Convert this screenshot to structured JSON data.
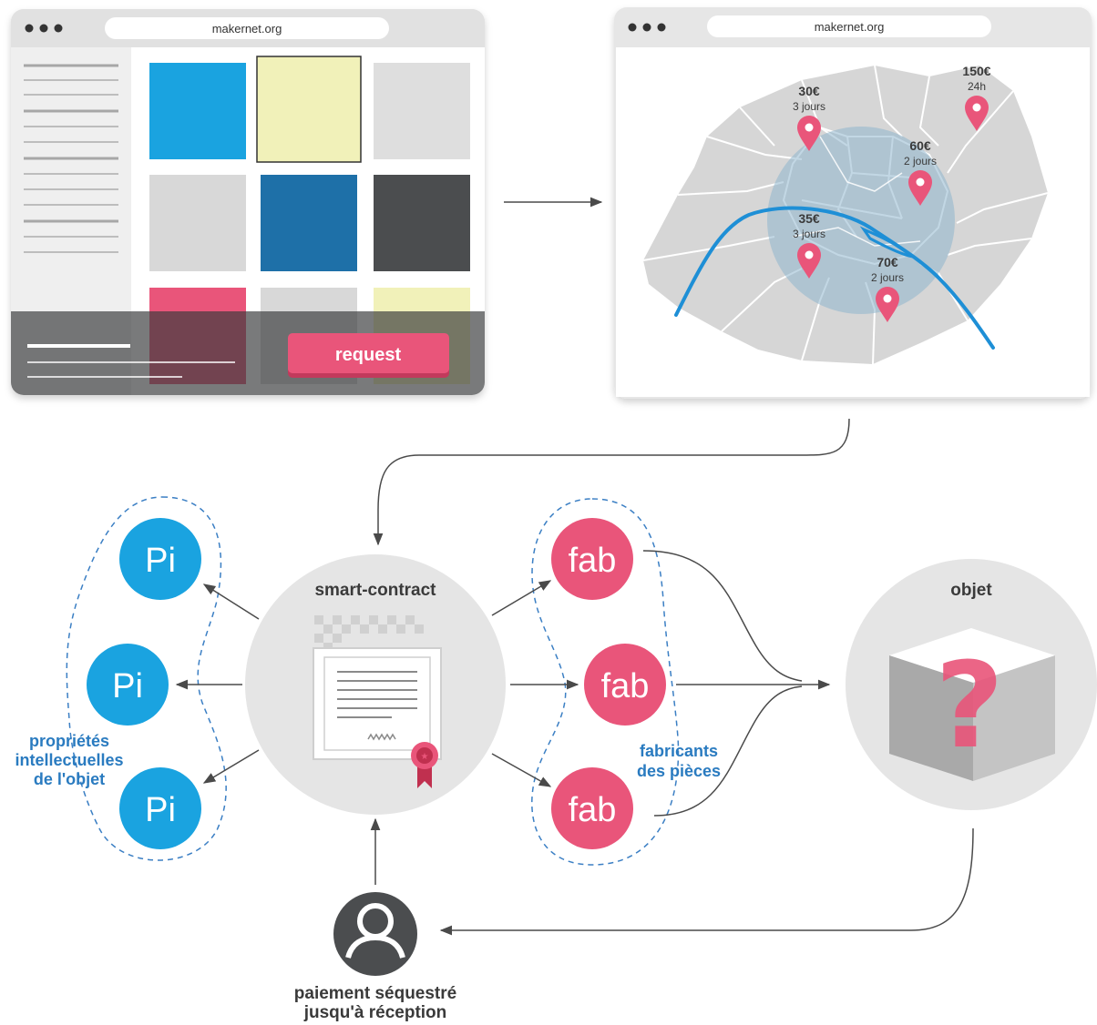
{
  "browser_left": {
    "url": "makernet.org"
  },
  "browser_right": {
    "url": "makernet.org"
  },
  "catalog": {
    "request_label": "request",
    "tiles": [
      "#1aa3e0",
      "#f1f1b9",
      "#dedede",
      "#d8d8d8",
      "#1e70a8",
      "#4b4d4f",
      "#e9557a",
      "#d8d8d8",
      "#f1f1b9"
    ]
  },
  "map": {
    "pins": [
      {
        "price": "30€",
        "delay": "3 jours"
      },
      {
        "price": "150€",
        "delay": "24h"
      },
      {
        "price": "60€",
        "delay": "2 jours"
      },
      {
        "price": "35€",
        "delay": "3 jours"
      },
      {
        "price": "70€",
        "delay": "2 jours"
      }
    ]
  },
  "contract": {
    "title": "smart-contract"
  },
  "ip": {
    "node_label": "Pi",
    "group_label": [
      "propriétés",
      "intellectuelles",
      "de l'objet"
    ]
  },
  "fab": {
    "node_label": "fab",
    "group_label": [
      "fabricants",
      "des pièces"
    ]
  },
  "object": {
    "title": "objet",
    "icon": "question-mark-cube-icon"
  },
  "payment": {
    "label": [
      "paiement séquestré",
      "jusqu'à réception"
    ],
    "icon": "user-icon"
  },
  "colors": {
    "blue": "#1aa3e0",
    "pink": "#e9557a",
    "dark_blue": "#1e70a8",
    "dark_grey": "#4b4d4f",
    "light_grey": "#e5e5e5",
    "label_blue": "#2a7bc0"
  }
}
